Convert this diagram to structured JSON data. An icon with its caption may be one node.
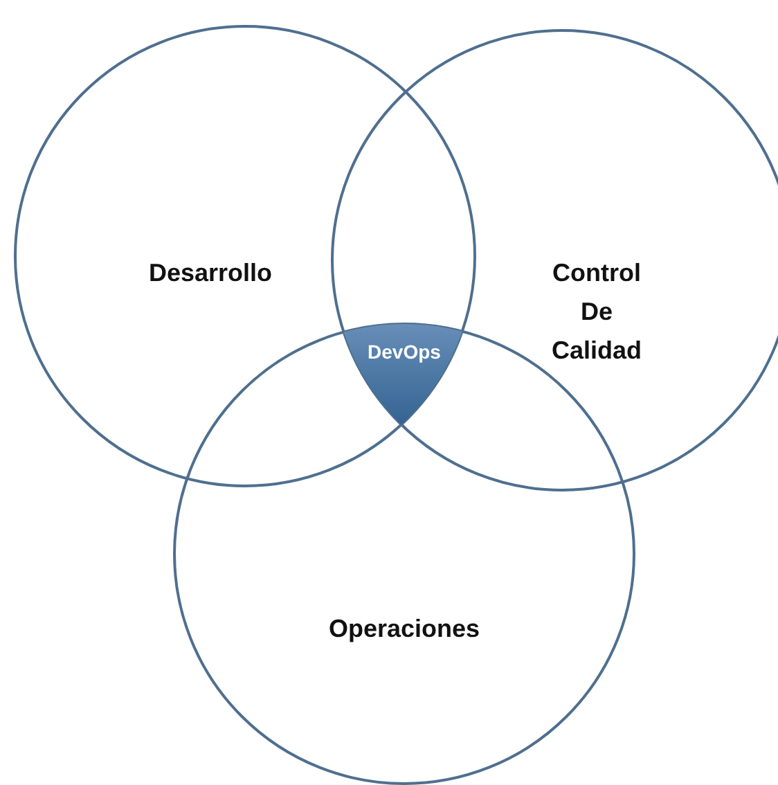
{
  "diagram": {
    "nodes": [
      {
        "text": [
          "Desarrollo"
        ]
      },
      {
        "text": [
          "Control De Calidad"
        ]
      },
      {
        "text": [
          "Operaciones"
        ]
      },
      {
        "text": [
          "DevOps"
        ]
      }
    ]
  }
}
